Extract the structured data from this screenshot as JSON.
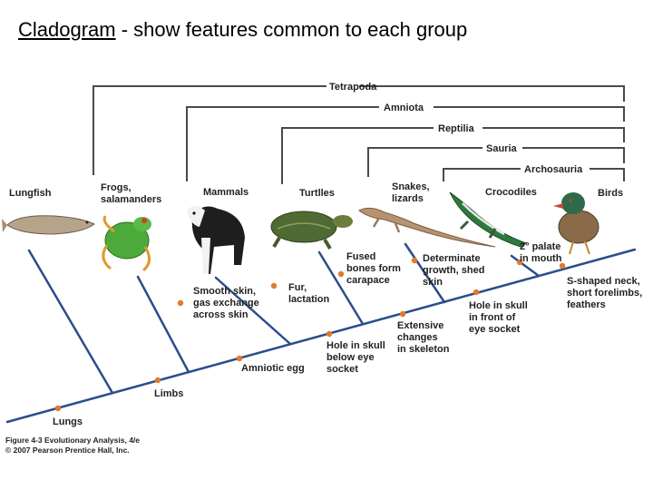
{
  "title": {
    "term": "Cladogram",
    "rest": " - show features common to each group"
  },
  "clades": [
    "Tetrapoda",
    "Amniota",
    "Reptilia",
    "Sauria",
    "Archosauria"
  ],
  "taxa": [
    {
      "line1": "Lungfish",
      "line2": ""
    },
    {
      "line1": "Frogs,",
      "line2": "salamanders"
    },
    {
      "line1": "Mammals",
      "line2": ""
    },
    {
      "line1": "Turtlles",
      "line2": ""
    },
    {
      "line1": "Snakes,",
      "line2": "lizards"
    },
    {
      "line1": "Crocodiles",
      "line2": ""
    },
    {
      "line1": "Birds",
      "line2": ""
    }
  ],
  "traits": {
    "lungs": [
      "Lungs"
    ],
    "limbs": [
      "Limbs"
    ],
    "smooth_skin": [
      "Smooth skin,",
      "gas exchange",
      "across skin"
    ],
    "amniotic_egg": [
      "Amniotic egg"
    ],
    "fur": [
      "Fur,",
      "lactation"
    ],
    "hole_below_eye": [
      "Hole in skull",
      "below eye",
      "socket"
    ],
    "fused_bones": [
      "Fused",
      "bones form",
      "carapace"
    ],
    "extensive_changes": [
      "Extensive",
      "changes",
      "in skeleton"
    ],
    "determinate_growth": [
      "Determinate",
      "growth, shed",
      "skin"
    ],
    "hole_front_eye": [
      "Hole in skull",
      "in front of",
      "eye socket"
    ],
    "palate": [
      "2° palate",
      "in mouth"
    ],
    "s_neck": [
      "S-shaped neck,",
      "short forelimbs,",
      "feathers"
    ]
  },
  "caption": {
    "line1": "Figure 4-3  Evolutionary Analysis, 4/e",
    "line2": "© 2007 Pearson Prentice Hall, Inc."
  },
  "colors": {
    "branch": "#2b4d8c",
    "bracket": "#4a4a4a",
    "marker": "#e07a2c"
  }
}
